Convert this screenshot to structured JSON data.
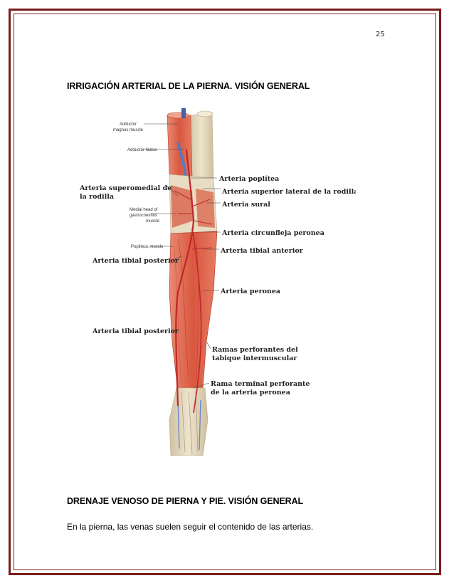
{
  "page": {
    "number": "25"
  },
  "section1": {
    "heading": "IRRIGACIÓN ARTERIAL DE LA PIERNA. VISIÓN GENERAL"
  },
  "figure": {
    "labels": {
      "adductor_magnus_1": "Adductor",
      "adductor_magnus_2": "magnus muscle",
      "adductor_hiatus": "Adductor hiatus",
      "superomedial_1": "Arteria superomedial de",
      "superomedial_2": "la rodilla",
      "medial_head_1": "Medial head of",
      "medial_head_2": "gastrocnemius",
      "medial_head_3": "muscle",
      "popliteus": "Popliteus muscle",
      "tibial_posterior_1": "Arteria tibial posterior",
      "tibial_posterior_2": "Arteria tibial posterior",
      "poplitea": "Arteria poplítea",
      "superior_lateral": "Arteria superior lateral de la rodilla",
      "sural": "Arteria sural",
      "circunfleja": "Arteria circunfleja peronea",
      "tibial_anterior": "Arteria tibial anterior",
      "peronea": "Arteria peronea",
      "ramas_1": "Ramas perforantes del",
      "ramas_2": "tabique intermuscular",
      "rama_terminal_1": "Rama terminal perforante",
      "rama_terminal_2": "de la arteria peronea"
    }
  },
  "section2": {
    "heading": "DRENAJE VENOSO DE PIERNA Y PIE. VISIÓN GENERAL",
    "body": "En la pierna, las venas suelen seguir el contenido de las arterias."
  },
  "colors": {
    "frame": "#7a1c1c",
    "muscle": "#d9573f",
    "bone": "#e8dcc0",
    "artery": "#c0262a"
  }
}
